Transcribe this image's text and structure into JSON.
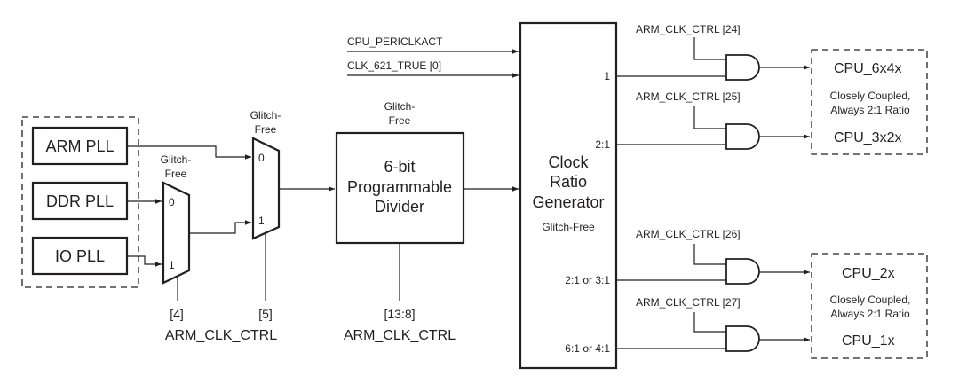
{
  "diagram": {
    "type": "clock-distribution-block-diagram",
    "pll_group": {
      "plls": [
        {
          "label": "ARM PLL"
        },
        {
          "label": "DDR PLL"
        },
        {
          "label": "IO PLL"
        }
      ]
    },
    "mux_a": {
      "note_line1": "Glitch-",
      "note_line2": "Free",
      "input0": "0",
      "input1": "1",
      "select_bit": "[4]"
    },
    "mux_b": {
      "note_line1": "Glitch-",
      "note_line2": "Free",
      "input0": "0",
      "input1": "1",
      "select_bit": "[5]"
    },
    "mux_select_register": "ARM_CLK_CTRL",
    "divider": {
      "note_line1": "Glitch-",
      "note_line2": "Free",
      "line1": "6-bit",
      "line2": "Programmable",
      "line3": "Divider",
      "select_bits": "[13:8]",
      "register": "ARM_CLK_CTRL"
    },
    "inputs": {
      "cpu_periclkact": "CPU_PERICLKACT",
      "clk_621_true": "CLK_621_TRUE [0]"
    },
    "clock_ratio_generator": {
      "line1": "Clock",
      "line2": "Ratio",
      "line3": "Generator",
      "note": "Glitch-Free",
      "outputs": [
        "1",
        "2:1",
        "2:1 or 3:1",
        "6:1 or 4:1"
      ]
    },
    "gates": [
      {
        "enable": "ARM_CLK_CTRL [24]",
        "output": "CPU_6x4x"
      },
      {
        "enable": "ARM_CLK_CTRL [25]",
        "output": "CPU_3x2x"
      },
      {
        "enable": "ARM_CLK_CTRL [26]",
        "output": "CPU_2x"
      },
      {
        "enable": "ARM_CLK_CTRL [27]",
        "output": "CPU_1x"
      }
    ],
    "groups": [
      {
        "note_line1": "Closely Coupled,",
        "note_line2": "Always 2:1 Ratio"
      },
      {
        "note_line1": "Closely Coupled,",
        "note_line2": "Always 2:1 Ratio"
      }
    ]
  }
}
